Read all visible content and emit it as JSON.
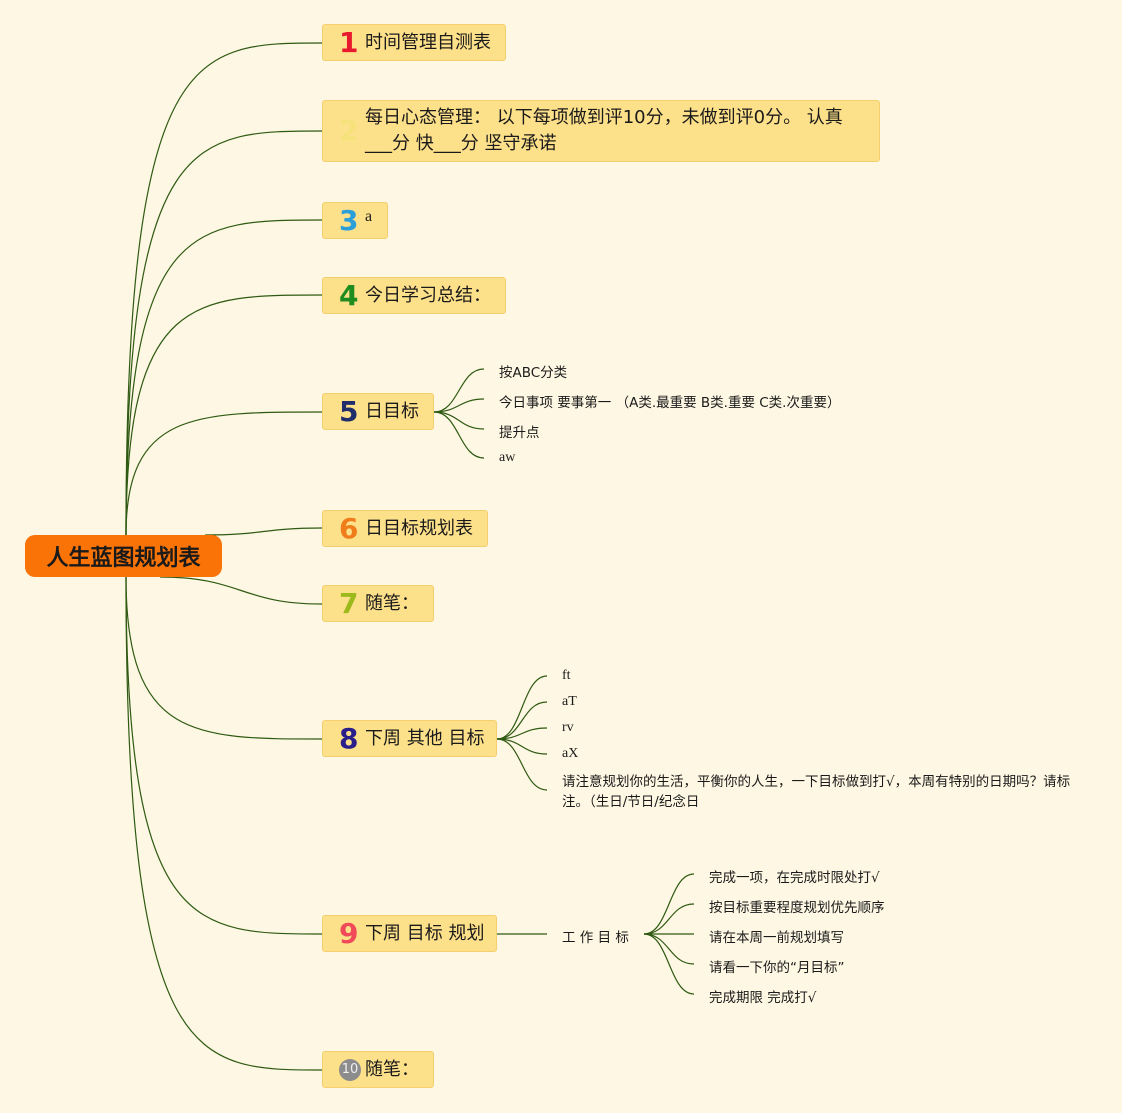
{
  "root": {
    "label": "人生蓝图规划表"
  },
  "branches": [
    {
      "num": "1",
      "label": "时间管理自测表"
    },
    {
      "num": "2",
      "label": "每日心态管理： 以下每项做到评10分，未做到评0分。 认真___分 快___分 坚守承诺"
    },
    {
      "num": "3",
      "label": "a"
    },
    {
      "num": "4",
      "label": "今日学习总结："
    },
    {
      "num": "5",
      "label": "日目标",
      "children": [
        "按ABC分类",
        "今日事项 要事第一 （A类.最重要 B类.重要 C类.次重要）",
        "提升点",
        "aw"
      ]
    },
    {
      "num": "6",
      "label": "日目标规划表"
    },
    {
      "num": "7",
      "label": "随笔："
    },
    {
      "num": "8",
      "label": "下周 其他 目标",
      "children": [
        "ft",
        "aT",
        "rv",
        "aX",
        "请注意规划你的生活，平衡你的人生，一下目标做到打√，本周有特别的日期吗？请标注。（生日/节日/纪念日"
      ]
    },
    {
      "num": "9",
      "label": "下周 目标 规划",
      "sub": {
        "label": "工 作 目 标",
        "children": [
          "完成一项，在完成时限处打√",
          "按目标重要程度规划优先顺序",
          "请在本周一前规划填写",
          "请看一下你的“月目标”",
          "完成期限 完成打√"
        ]
      }
    },
    {
      "num": "10",
      "label": "随笔："
    }
  ],
  "colors": {
    "background": "#fdf7e3",
    "root": "#f97306",
    "node": "#fde08a",
    "edge": "#2f5a12",
    "badges": [
      "#e8192c",
      "#f6e27a",
      "#2b9fd9",
      "#1e8c1e",
      "#1f2d6b",
      "#f07d1c",
      "#9cba1c",
      "#2a1e8a",
      "#f04a5a",
      "#8c8c8c"
    ]
  }
}
